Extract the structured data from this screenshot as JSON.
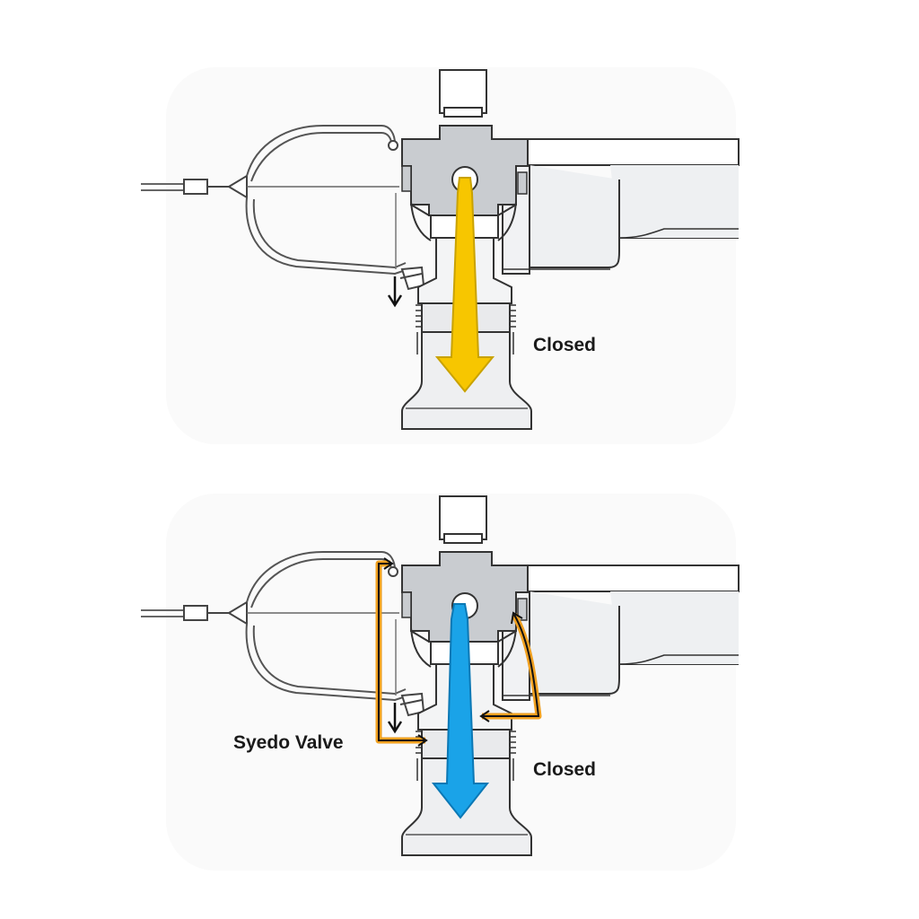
{
  "panels": [
    {
      "id": "top",
      "state_label": "Closed",
      "flow_color": "#f7c600",
      "flow_stroke": "#c9a200"
    },
    {
      "id": "bottom",
      "state_label": "Closed",
      "callout_label": "Syedo Valve",
      "flow_color": "#1aa3e8",
      "flow_stroke": "#0b78b5",
      "bypass_color": "#f0a020"
    }
  ]
}
